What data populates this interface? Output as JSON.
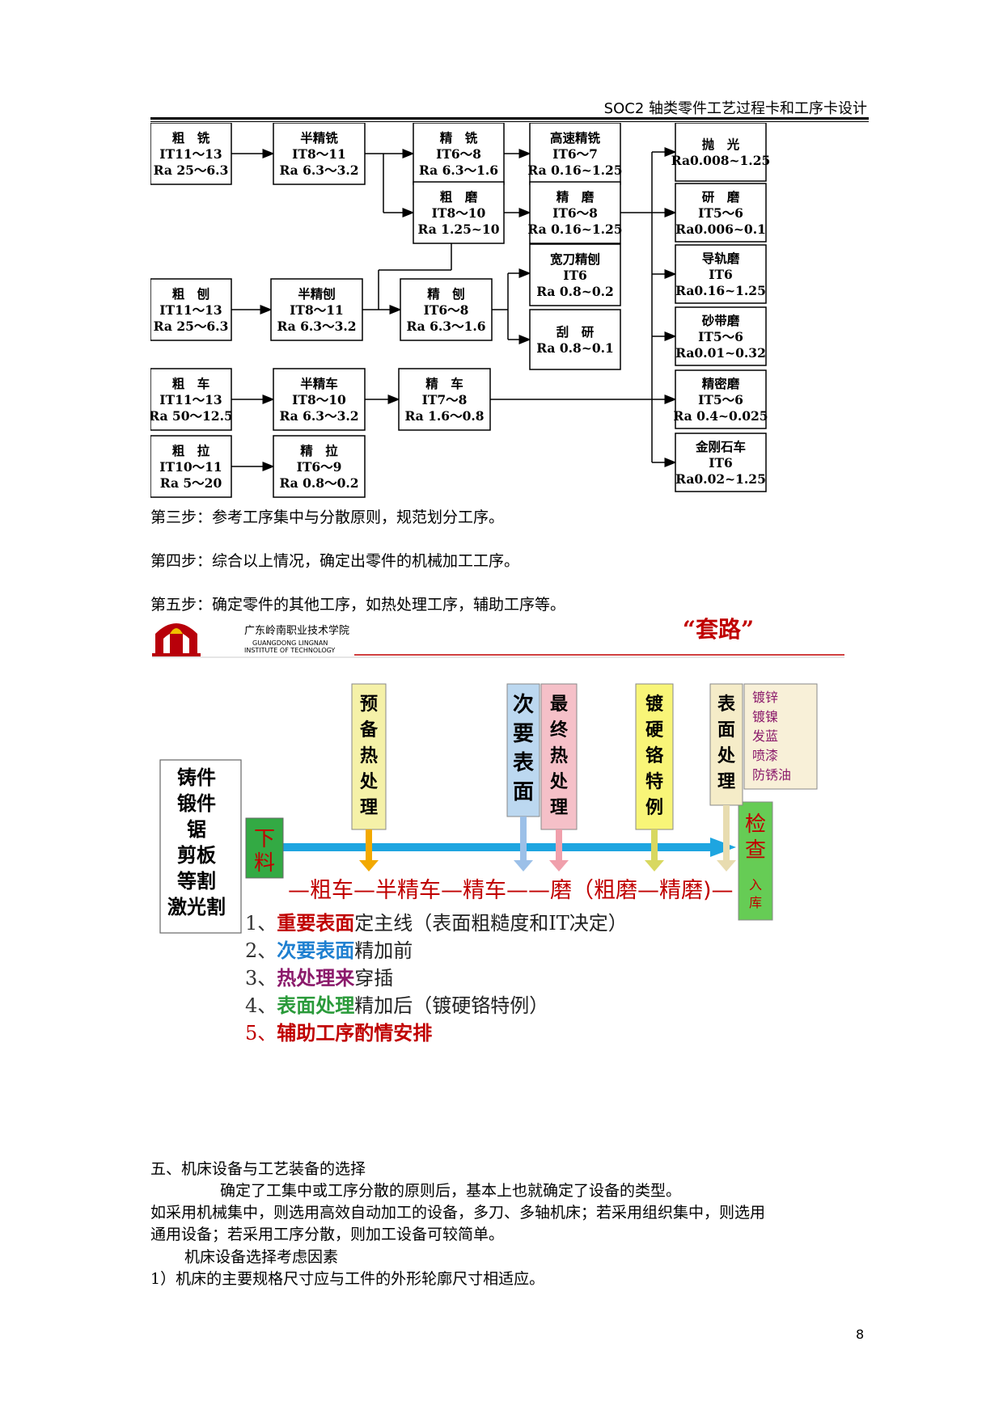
{
  "header": {
    "title": "SOC2 轴类零件工艺过程卡和工序卡设计"
  },
  "flowchart": {
    "boxes": [
      {
        "id": "cuxi",
        "lines": [
          "粗　铣",
          "IT11～13",
          "Ra 25～6.3"
        ]
      },
      {
        "id": "banjingxi",
        "lines": [
          "半精铣",
          "IT8～11",
          "Ra 6.3～3.2"
        ]
      },
      {
        "id": "jingxi",
        "lines": [
          "精　铣",
          "IT6～8",
          "Ra 6.3～1.6"
        ]
      },
      {
        "id": "gaosujingxi",
        "lines": [
          "高速精铣",
          "IT6～7",
          "Ra 0.16~1.25"
        ]
      },
      {
        "id": "paoguang",
        "lines": [
          "抛　光",
          "Ra0.008~1.25"
        ]
      },
      {
        "id": "cumo",
        "lines": [
          "粗　磨",
          "IT8～10",
          "Ra 1.25~10"
        ]
      },
      {
        "id": "jingmo",
        "lines": [
          "精　磨",
          "IT6～8",
          "Ra 0.16~1.25"
        ]
      },
      {
        "id": "yanmo",
        "lines": [
          "研　磨",
          "IT5～6",
          "Ra0.006~0.1"
        ]
      },
      {
        "id": "kuandao",
        "lines": [
          "宽刀精刨",
          "IT6",
          "Ra 0.8~0.2"
        ]
      },
      {
        "id": "daoguimo",
        "lines": [
          "导轨磨",
          "IT6",
          "Ra0.16~1.25"
        ]
      },
      {
        "id": "cubao",
        "lines": [
          "粗　刨",
          "IT11～13",
          "Ra 25～6.3"
        ]
      },
      {
        "id": "banjingbao",
        "lines": [
          "半精刨",
          "IT8～11",
          "Ra 6.3～3.2"
        ]
      },
      {
        "id": "jingbao",
        "lines": [
          "精　刨",
          "IT6～8",
          "Ra 6.3～1.6"
        ]
      },
      {
        "id": "guayan",
        "lines": [
          "刮　研",
          "Ra 0.8~0.1"
        ]
      },
      {
        "id": "shadaimo",
        "lines": [
          "砂带磨",
          "IT5～6",
          "Ra0.01~0.32"
        ]
      },
      {
        "id": "cuche",
        "lines": [
          "粗　车",
          "IT11～13",
          "Ra 50～12.5"
        ]
      },
      {
        "id": "banjingche",
        "lines": [
          "半精车",
          "IT8～10",
          "Ra 6.3～3.2"
        ]
      },
      {
        "id": "jingche",
        "lines": [
          "精　车",
          "IT7～8",
          "Ra 1.6～0.8"
        ]
      },
      {
        "id": "jingmimo",
        "lines": [
          "精密磨",
          "IT5～6",
          "Ra 0.4~0.025"
        ]
      },
      {
        "id": "jingangshiche",
        "lines": [
          "金刚石车",
          "IT6",
          "Ra0.02~1.25"
        ]
      },
      {
        "id": "cula",
        "lines": [
          "粗　拉",
          "IT10～11",
          "Ra 5～20"
        ]
      },
      {
        "id": "jingla",
        "lines": [
          "精　拉",
          "IT6～9",
          "Ra 0.8～0.2"
        ]
      }
    ]
  },
  "steps": [
    "第三步：参考工序集中与分散原则，规范划分工序。",
    "第四步：综合以上情况，确定出零件的机械加工工序。",
    "第五步：确定零件的其他工序，如热处理工序，辅助工序等。"
  ],
  "banner": {
    "school_cn": "广东岭南职业技术学院",
    "school_en1": "GUANGDONG LINGNAN",
    "school_en2": "INSTITUTE OF TECHNOLOGY",
    "slogan": "“套路”",
    "colors": {
      "red": "#c00000",
      "blue": "#1e7fd0",
      "green": "#2a9a3a",
      "purple": "#8b1a6b"
    },
    "blank_list": [
      "铸件",
      "锻件",
      "锯",
      "剪板",
      "等割",
      "激光割"
    ],
    "xialiao": "下料",
    "jiancha": "检查",
    "ruku": "入库",
    "process_line": "—粗车—半精车—精车——磨（粗磨—精磨)—",
    "col_yubei": "预备热处理",
    "col_ciyao": "次要表面",
    "col_zuizhong": "最终热处理",
    "col_duge": "镀硬铬特例",
    "col_biaomian": "表面处理",
    "surface_list": [
      "镀锌",
      "镀镍",
      "发蓝",
      "喷漆",
      "防锈油"
    ],
    "rules": [
      {
        "num": "1、",
        "em": "重要表面",
        "rest": "定主线（表面粗糙度和IT决定）"
      },
      {
        "num": "2、",
        "em": "次要表面",
        "rest": "精加前"
      },
      {
        "num": "3、",
        "em": "热处理来",
        "rest": "穿插"
      },
      {
        "num": "4、",
        "em": "表面处理",
        "rest": "精加后（镀硬铬特例）"
      },
      {
        "num": "5、",
        "em": "辅助工序酌情安排",
        "rest": ""
      }
    ]
  },
  "section": {
    "heading": "五、机床设备与工艺装备的选择",
    "p1": "确定了工集中或工序分散的原则后，基本上也就确定了设备的类型。",
    "p2a": "如采用机械集中，则选用高效自动加工的设备，多刀、多轴机床；若采用组织集中，则选用",
    "p2b": "通用设备；若采用工序分散，则加工设备可较简单。",
    "p3": "机床设备选择考虑因素",
    "p4": "1）机床的主要规格尺寸应与工件的外形轮廓尺寸相适应。"
  },
  "page_number": "8"
}
